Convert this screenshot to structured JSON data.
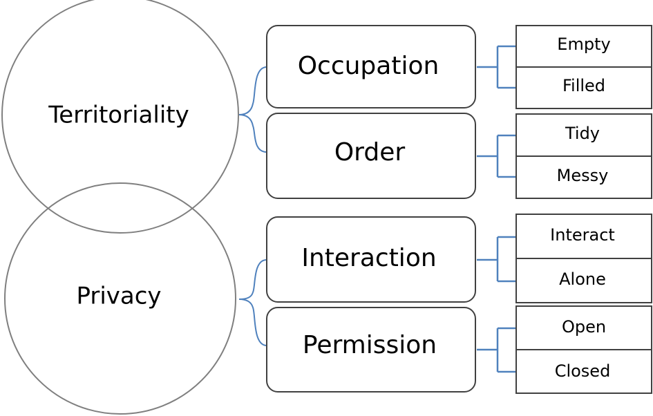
{
  "concepts": [
    {
      "label": "Territoriality",
      "categories": [
        {
          "label": "Occupation",
          "options": [
            "Empty",
            "Filled"
          ]
        },
        {
          "label": "Order",
          "options": [
            "Tidy",
            "Messy"
          ]
        }
      ]
    },
    {
      "label": "Privacy",
      "categories": [
        {
          "label": "Interaction",
          "options": [
            "Interact",
            "Alone"
          ]
        },
        {
          "label": "Permission",
          "options": [
            "Open",
            "Closed"
          ]
        }
      ]
    }
  ],
  "colors": {
    "circle_stroke": "#7f7f7f",
    "box_stroke": "#404040",
    "connector": "#4f81bd",
    "text": "#111111"
  }
}
